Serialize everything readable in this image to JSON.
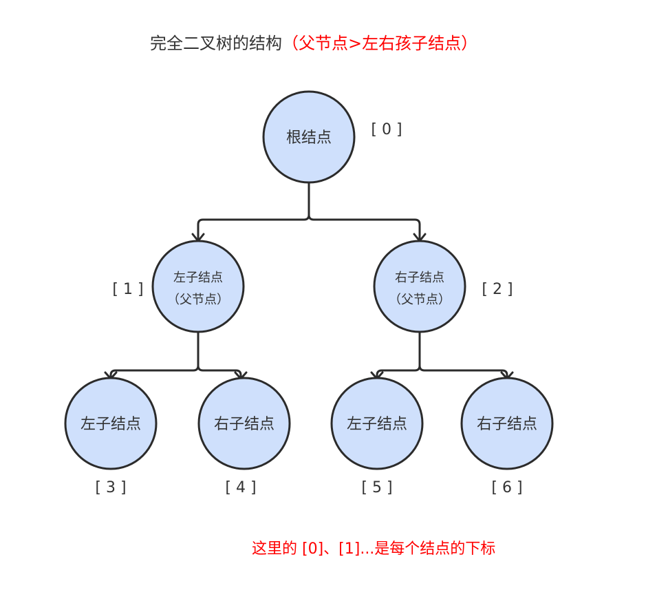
{
  "title": {
    "main": "完全二叉树的结构",
    "paren": "（父节点>左右孩子结点）"
  },
  "nodes": [
    {
      "id": "root",
      "lines": [
        "根结点"
      ],
      "index": "[ 0 ]"
    },
    {
      "id": "left-1",
      "lines": [
        "左子结点",
        "（父节点）"
      ],
      "index": "[ 1 ]"
    },
    {
      "id": "right-2",
      "lines": [
        "右子结点",
        "（父节点）"
      ],
      "index": "[ 2 ]"
    },
    {
      "id": "left-3",
      "lines": [
        "左子结点"
      ],
      "index": "[ 3 ]"
    },
    {
      "id": "right-4",
      "lines": [
        "右子结点"
      ],
      "index": "[ 4 ]"
    },
    {
      "id": "left-5",
      "lines": [
        "左子结点"
      ],
      "index": "[ 5 ]"
    },
    {
      "id": "right-6",
      "lines": [
        "右子结点"
      ],
      "index": "[ 6 ]"
    }
  ],
  "note": "这里的 [0]、[1]...是每个结点的下标",
  "colors": {
    "node_fill": "#cfe0fc",
    "node_stroke": "#2b2b2b",
    "text": "#333333",
    "accent": "#ff0000"
  }
}
